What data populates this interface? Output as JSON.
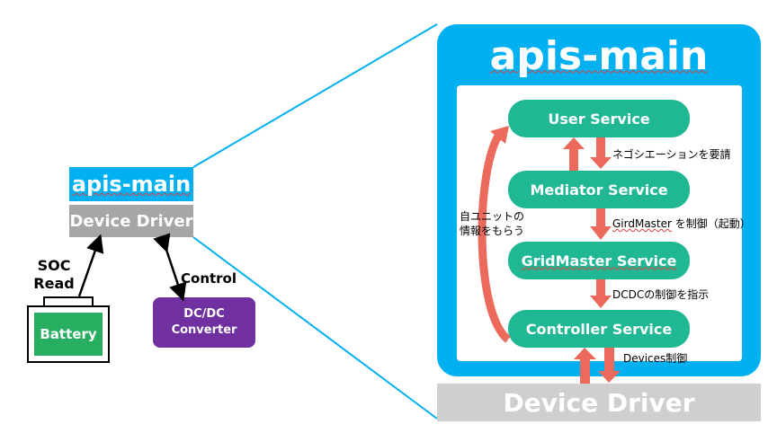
{
  "left": {
    "apis_main": "apis-main",
    "device_driver": "Device Driver",
    "battery": "Battery",
    "dcdc_line1": "DC/DC",
    "dcdc_line2": "Converter",
    "soc_line1": "SOC",
    "soc_line2": "Read",
    "control": "Control"
  },
  "right": {
    "title": "apis-main",
    "services": {
      "user": "User Service",
      "mediator": "Mediator Service",
      "gridmaster": "GridMaster Service",
      "controller": "Controller Service"
    },
    "notes": {
      "negotiation": "ネゴシエーションを要請",
      "gridmaster_prefix": "GirdMaster",
      "gridmaster_suffix": " を制御（起動）",
      "dcdc": "DCDCの制御を指示",
      "devices": "Devices制御"
    },
    "side_note_line1": "自ユニットの",
    "side_note_line2": "情報をもらう",
    "device_driver": "Device Driver"
  },
  "colors": {
    "apis_blue": "#00b0f0",
    "service_green": "#20b795",
    "arrow_red": "#ec6a5c",
    "driver_gray": "#a6a6a6",
    "battery_green": "#27ae60",
    "dcdc_purple": "#7030a0"
  }
}
